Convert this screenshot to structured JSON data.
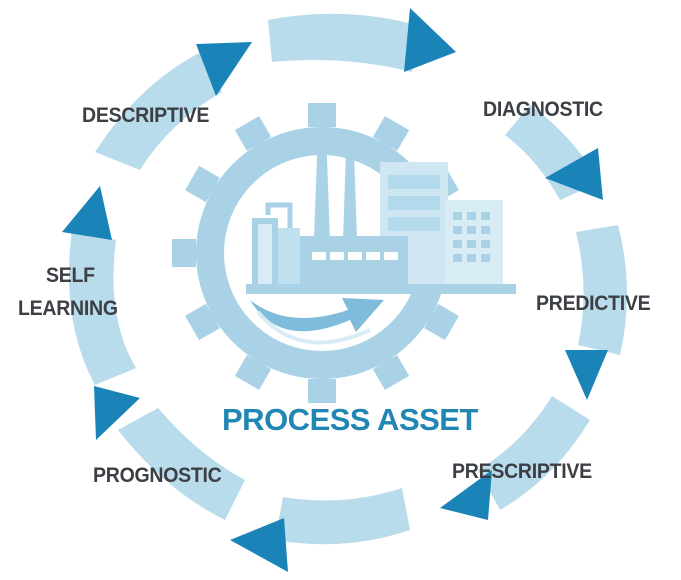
{
  "stages": {
    "descriptive": "DESCRIPTIVE",
    "diagnostic": "DIAGNOSTIC",
    "predictive": "PREDICTIVE",
    "prescriptive": "PRESCRIPTIVE",
    "prognostic": "PROGNOSTIC",
    "self_learning_line1": "SELF",
    "self_learning_line2": "LEARNING"
  },
  "center_title": "PROCESS ASSET",
  "colors": {
    "ring": "#b9dcec",
    "arrowhead": "#1a84b8",
    "gear": "#a9d2e7",
    "factory": "#bfe0ef",
    "label": "#3c3f44",
    "title": "#2186b3"
  }
}
